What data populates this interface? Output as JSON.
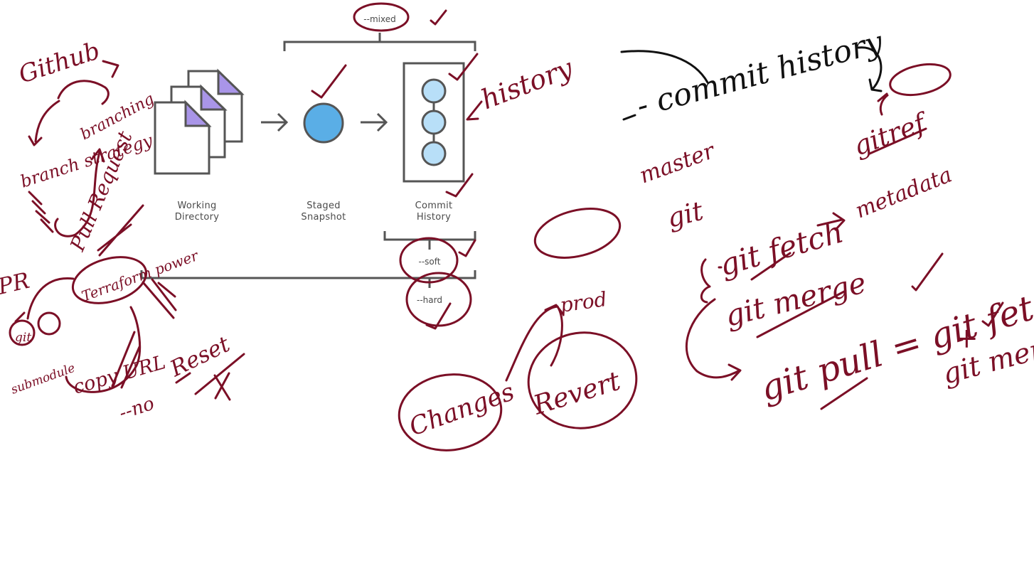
{
  "diagram": {
    "stages": {
      "working_directory": [
        "Working",
        "Directory"
      ],
      "staged_snapshot": [
        "Staged",
        "Snapshot"
      ],
      "commit_history": [
        "Commit",
        "History"
      ]
    },
    "reset_options": {
      "mixed": "--mixed",
      "soft": "--soft",
      "hard": "--hard"
    }
  },
  "annotations": {
    "github": "Github",
    "branching": "branching",
    "branch_strategy": "branch strategy",
    "pull_request": "Pull Request",
    "terraform_power": "Terraform power",
    "pr": "PR",
    "git": "git",
    "submodule": "submodule",
    "copy_url": "copy URL",
    "no_reset": "--no",
    "reset": "Reset",
    "history": "history",
    "commit_history": "- commit history",
    "master": "master",
    "git_word": "git",
    "gitref": "gitref",
    "metadata": "metadata",
    "git_fetch": "git fetch",
    "git_merge": "git merge",
    "git_pull_formula": "git pull = git fetch",
    "plus": "+",
    "git_merge_2": "git merge",
    "prod": "prod",
    "changes": "Changes",
    "revert": "Revert"
  },
  "colors": {
    "ink": "#7b0f26",
    "black_ink": "#111111",
    "staged_blue": "#5aaee6",
    "commit_light_blue": "#b8dff8",
    "doc_corner_purple": "#a995e8",
    "outline_gray": "#555555",
    "label_gray": "#4a4a4a"
  }
}
